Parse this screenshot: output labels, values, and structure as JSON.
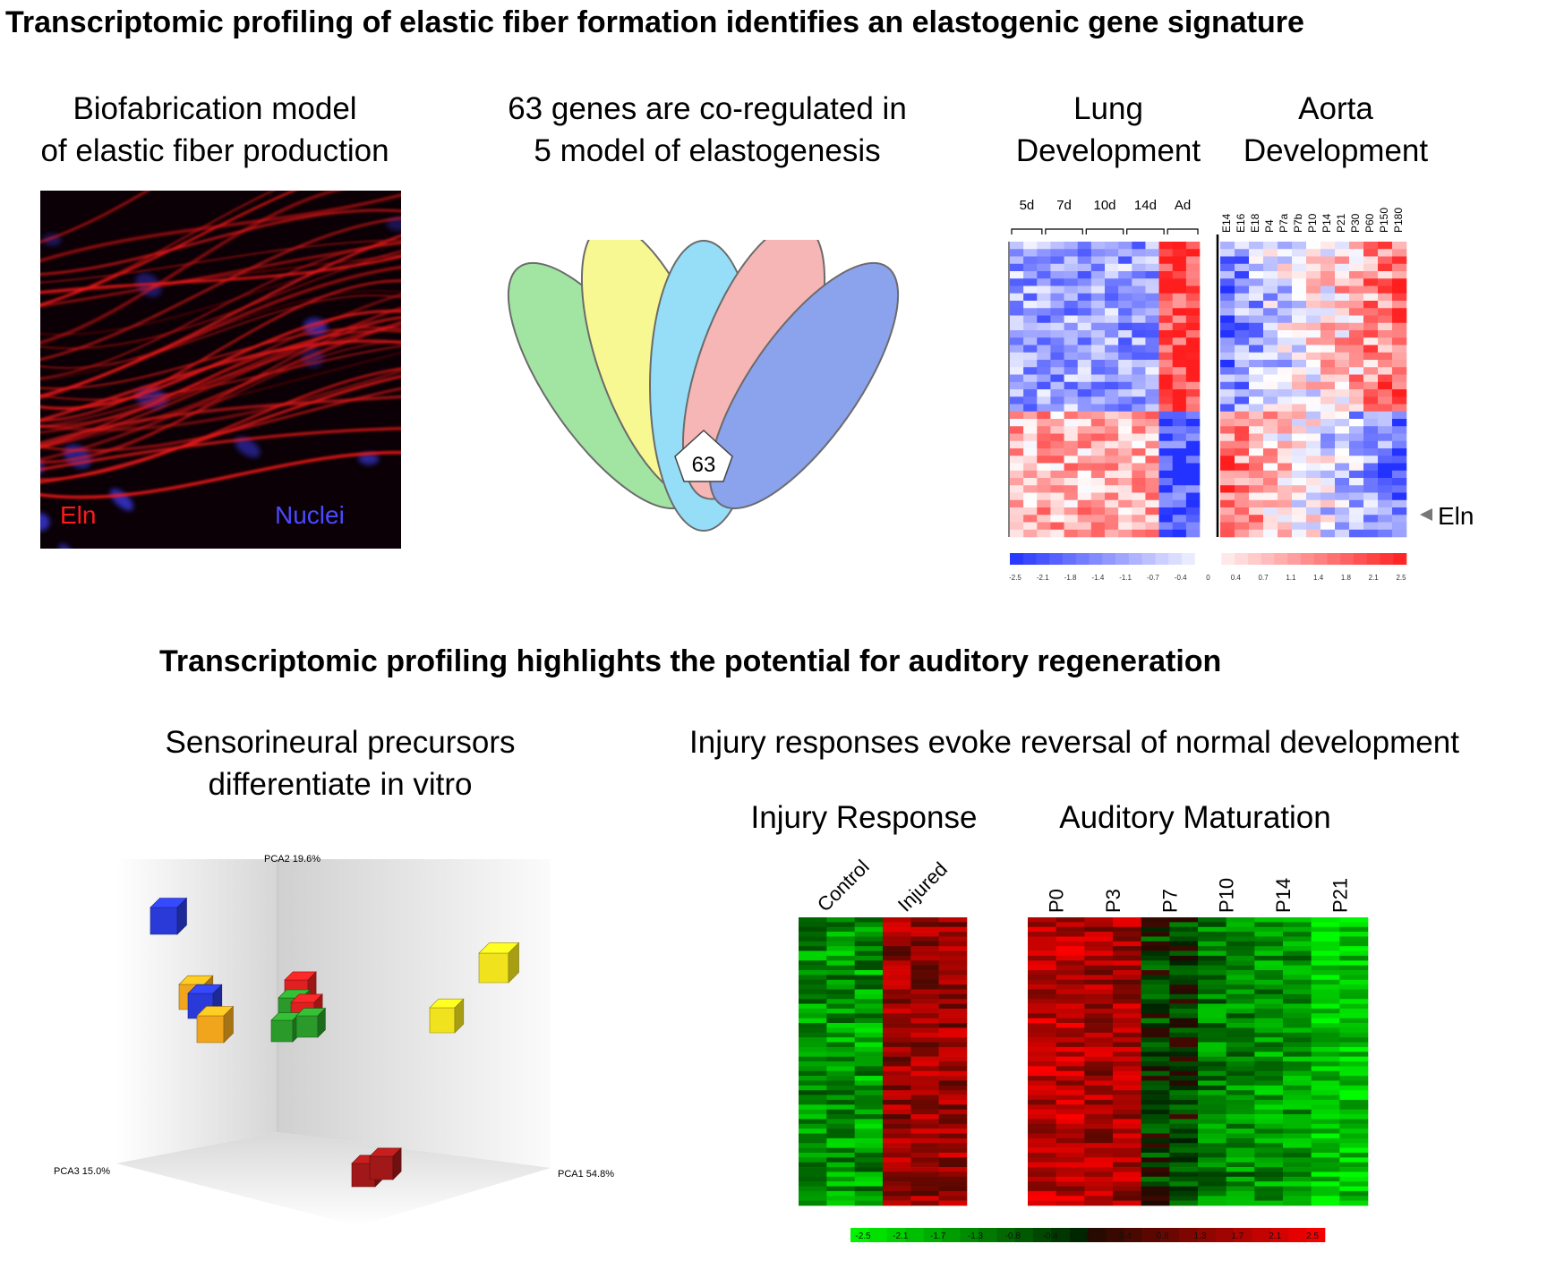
{
  "top": {
    "title": "Transcriptomic profiling of elastic fiber formation identifies an elastogenic gene signature",
    "biofab": {
      "caption_l1": "Biofabrication model",
      "caption_l2": "of elastic fiber production",
      "label_eln": "Eln",
      "label_nuclei": "Nuclei",
      "colors": {
        "eln": "#ff1a1a",
        "nuclei": "#4040ff"
      }
    },
    "venn": {
      "caption_l1": "63 genes are co-regulated in",
      "caption_l2": "5 model of elastogenesis",
      "center_count": "63",
      "colors": [
        "#7fdc7f",
        "#f6f66a",
        "#6fd2f5",
        "#f49a9a",
        "#5f7fe6"
      ]
    },
    "heatmap": {
      "lung_l1": "Lung",
      "lung_l2": "Development",
      "aorta_l1": "Aorta",
      "aorta_l2": "Development",
      "lung_groups": [
        "5d",
        "7d",
        "10d",
        "14d",
        "Ad"
      ],
      "aorta_cols": [
        "E14",
        "E16",
        "E18",
        "P4",
        "P7a",
        "P7b",
        "P10",
        "P14",
        "P21",
        "P30",
        "P60",
        "P150",
        "P180"
      ],
      "eln_label": "Eln",
      "scale": [
        "-2.5",
        "-2.1",
        "-1.8",
        "-1.4",
        "-1.1",
        "-0.7",
        "-0.4",
        "0",
        "0.4",
        "0.7",
        "1.1",
        "1.4",
        "1.8",
        "2.1",
        "2.5"
      ]
    }
  },
  "bottom": {
    "title": "Transcriptomic profiling highlights the potential for auditory regeneration",
    "pca": {
      "caption_l1": "Sensorineural precursors",
      "caption_l2": "differentiate in vitro",
      "axis_pca1": "PCA1 54.8%",
      "axis_pca2": "PCA2 19.6%",
      "axis_pca3": "PCA3 15.0%",
      "colors": {
        "blue": "#2a3ad8",
        "yellow": "#f0e21c",
        "orange": "#f0a51c",
        "red": "#e02020",
        "green": "#2a9a2a",
        "darkred": "#a01818"
      }
    },
    "injury": {
      "heading": "Injury responses evoke reversal of normal development",
      "injury_title": "Injury Response",
      "maturation_title": "Auditory Maturation",
      "injury_cols": [
        "Control",
        "Injured"
      ],
      "maturation_cols": [
        "P0",
        "P3",
        "P7",
        "P10",
        "P14",
        "P21"
      ],
      "scale": [
        "-2.5",
        "-2.1",
        "-1.7",
        "-1.3",
        "-0.8",
        "-0.4",
        "0",
        "0.4",
        "0.8",
        "1.3",
        "1.7",
        "2.1",
        "2.5"
      ]
    }
  }
}
